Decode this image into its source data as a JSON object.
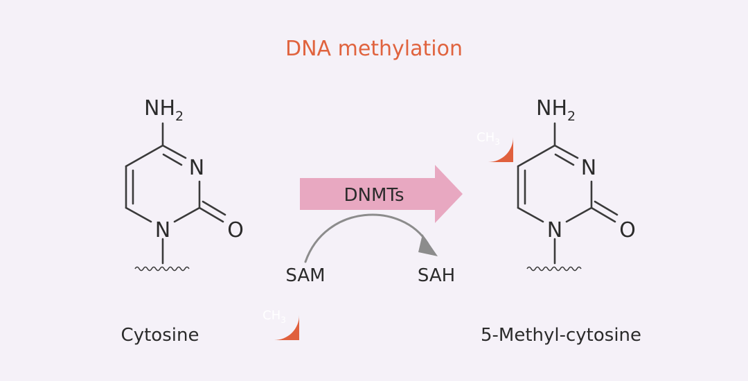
{
  "title": "DNA methylation",
  "left_molecule": {
    "amine": "NH",
    "amine_sub": "2",
    "ring_n_top": "N",
    "ring_n_bottom": "N",
    "oxygen": "O",
    "name": "Cytosine"
  },
  "right_molecule": {
    "amine": "NH",
    "amine_sub": "2",
    "ring_n_top": "N",
    "ring_n_bottom": "N",
    "oxygen": "O",
    "name": "5-Methyl-cytosine"
  },
  "enzyme": "DNMTs",
  "donor": "SAM",
  "product": "SAH",
  "methyl_group": {
    "text": "CH",
    "sub": "3"
  },
  "colors": {
    "title": "#e0633e",
    "methyl_drop": "#e0603d",
    "enzyme_arrow": "#e8a8c1",
    "curved_arrow": "#8c8c8c",
    "bonds": "#3a3a3a",
    "background": "#f5f1f8"
  }
}
